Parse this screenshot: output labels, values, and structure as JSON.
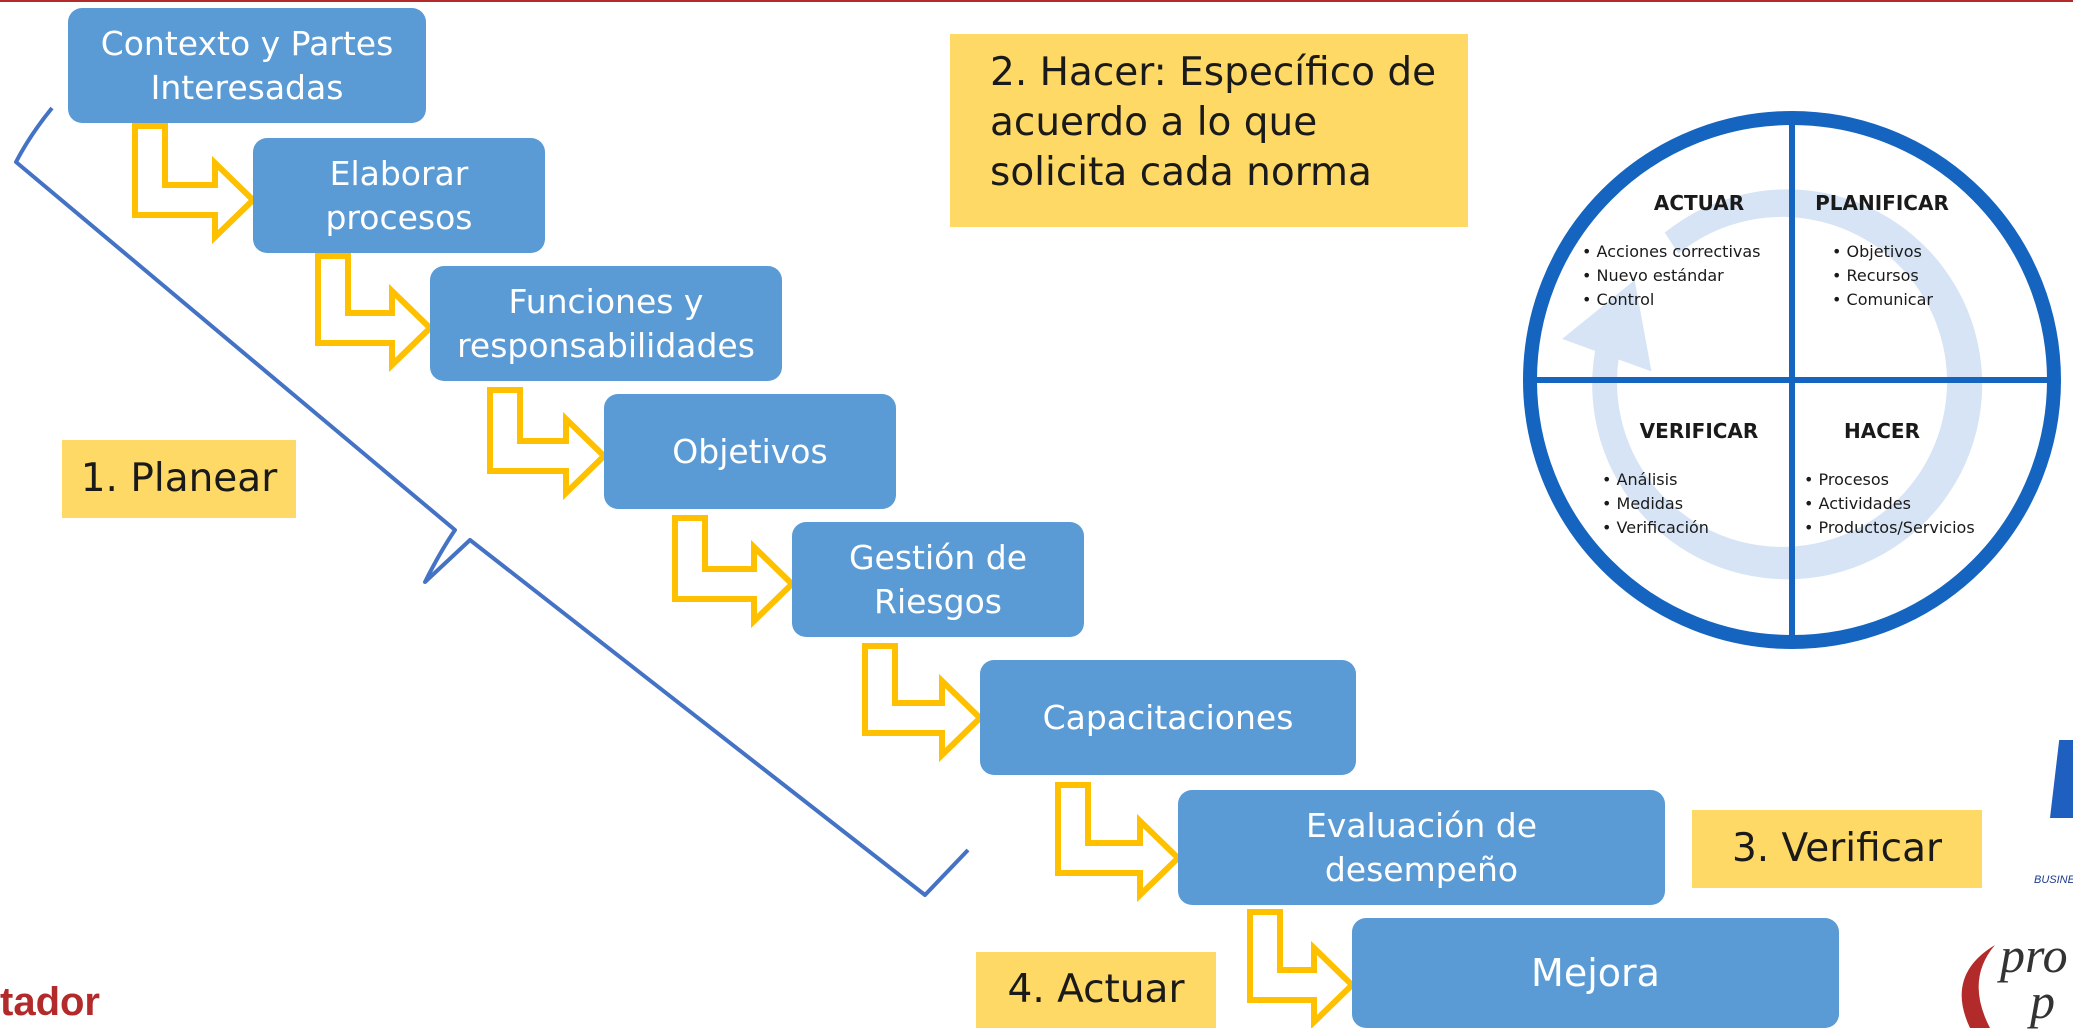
{
  "steps": [
    {
      "id": "contexto",
      "label": "Contexto y Partes\nInteresadas"
    },
    {
      "id": "elaborar",
      "label": "Elaborar\nprocesos"
    },
    {
      "id": "funciones",
      "label": "Funciones y\nresponsabilidades"
    },
    {
      "id": "objetivos",
      "label": "Objetivos"
    },
    {
      "id": "gestion",
      "label": "Gestión de\nRiesgos"
    },
    {
      "id": "capacitaciones",
      "label": "Capacitaciones"
    },
    {
      "id": "evaluacion",
      "label": "Evaluación de\ndesempeño"
    },
    {
      "id": "mejora",
      "label": "Mejora"
    }
  ],
  "labels": {
    "planear": "1. Planear",
    "hacer": "2. Hacer: Específico de\nacuerdo a lo que\nsolicita cada norma",
    "verificar": "3. Verificar",
    "actuar": "4. Actuar"
  },
  "pdca": {
    "quadrants": [
      {
        "title": "ACTUAR",
        "items": [
          "Acciones correctivas",
          "Nuevo estándar",
          "Control"
        ]
      },
      {
        "title": "PLANIFICAR",
        "items": [
          "Objetivos",
          "Recursos",
          "Comunicar"
        ]
      },
      {
        "title": "VERIFICAR",
        "items": [
          "Análisis",
          "Medidas",
          "Verificación"
        ]
      },
      {
        "title": "HACER",
        "items": [
          "Procesos",
          "Actividades",
          "Productos/Servicios"
        ]
      }
    ]
  },
  "logos": {
    "bottom_left_partial": "tador",
    "business_partial": "BUSINE",
    "script_partial_1": "pro",
    "script_partial_2": "p"
  },
  "colors": {
    "step_fill": "#5b9bd5",
    "label_fill": "#ffd966",
    "arrow": "#ffc000",
    "brace": "#4472c4",
    "cycle_ring": "#1565c0",
    "cycle_arrow": "#d6e4f5",
    "brand_red": "#b32a2a"
  }
}
